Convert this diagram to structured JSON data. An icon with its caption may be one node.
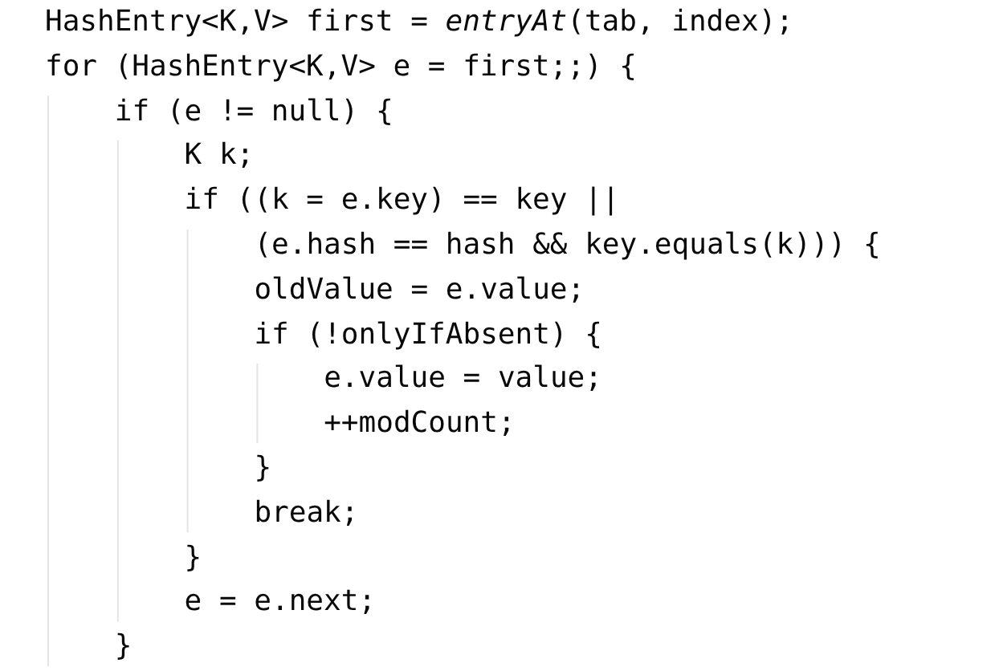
{
  "diagram": {
    "labels": [
      "HashEntry<K,V> first = *entryAt*(tab, index);",
      "for (HashEntry<K,V> e = first;;) {",
      "if (e != null) {",
      "K k;",
      "if ((k = e.key) == key ||",
      "(e.hash == hash && key.equals(k))) {",
      "oldValue = e.value;",
      "if (!onlyIfAbsent) {",
      "e.value = value;",
      "++modCount;",
      "}",
      "break;",
      "}",
      "e = e.next;",
      "}"
    ]
  }
}
